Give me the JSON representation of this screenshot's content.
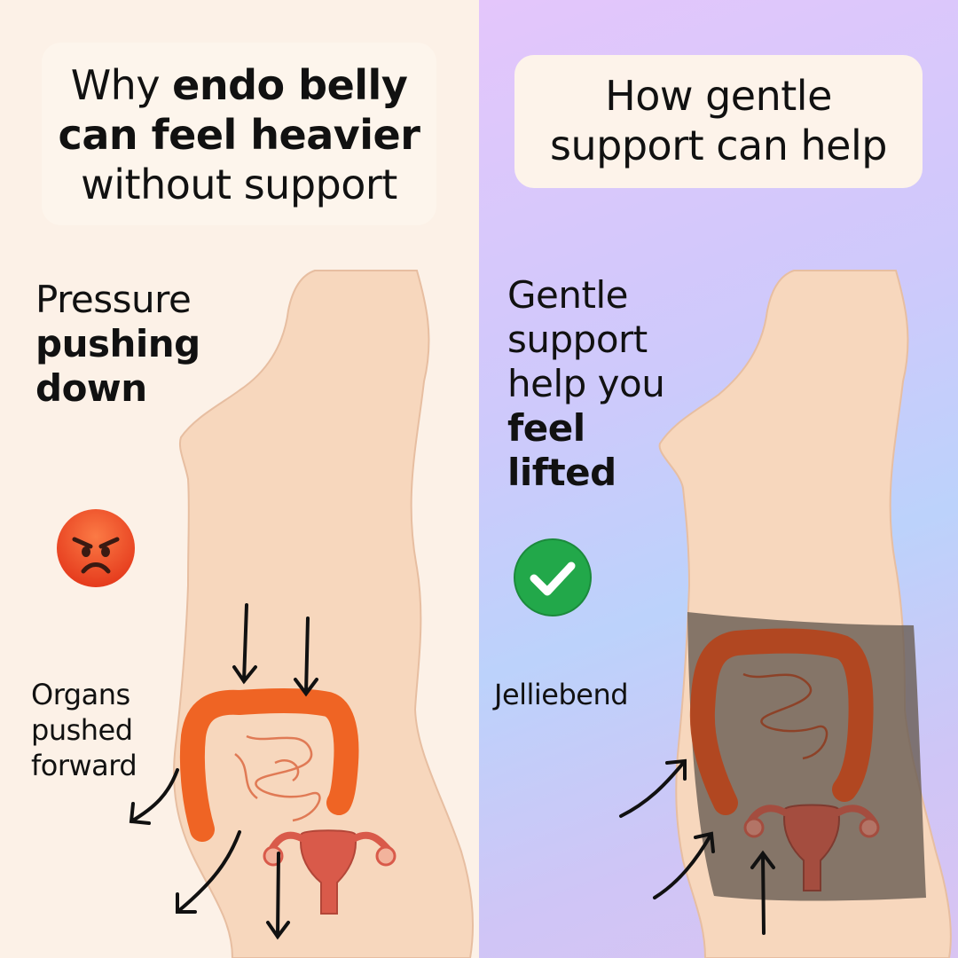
{
  "left_panel": {
    "headline": {
      "part1": "Why ",
      "bold": "endo belly can feel heavier",
      "part2": " without support"
    },
    "side_label": {
      "line1": "Pressure",
      "bold1": "pushing",
      "bold2": "down"
    },
    "organs_label": {
      "line1": "Organs",
      "line2": "pushed",
      "line3": "forward"
    },
    "status_icon": "angry-face-emoji"
  },
  "right_panel": {
    "headline": {
      "line1": "How gentle",
      "line2": "support can help"
    },
    "side_label": {
      "line1": "Gentle",
      "line2": "support",
      "line3": "help you",
      "bold1": "feel",
      "bold2": "lifted"
    },
    "product_label": "Jelliebend",
    "status_icon": "check-mark-emoji",
    "band_color": "#6b5f56"
  },
  "colors": {
    "skin": "#f7d7bd",
    "intestine": "#ef6424",
    "uterus": "#d95a4a",
    "left_bg": "#fcf1e7",
    "right_bg_top": "#e4c6fb",
    "right_bg_mid": "#bcd2fb"
  }
}
